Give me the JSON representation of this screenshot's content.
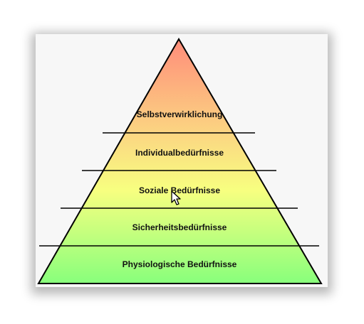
{
  "pyramid": {
    "levels": [
      {
        "label": "Physiologische Bedürfnisse"
      },
      {
        "label": "Sicherheitsbedürfnisse"
      },
      {
        "label": "Soziale Bedürfnisse"
      },
      {
        "label": "Individualbedürfnisse"
      },
      {
        "label": "Selbstverwirklichung"
      }
    ],
    "colors": {
      "top": "#ff8c7a",
      "upper": "#fbd882",
      "middle": "#f7ff80",
      "bottom": "#88ff7c",
      "outline": "#000000"
    }
  },
  "icons": {
    "cursor": "mouse-pointer-icon"
  }
}
